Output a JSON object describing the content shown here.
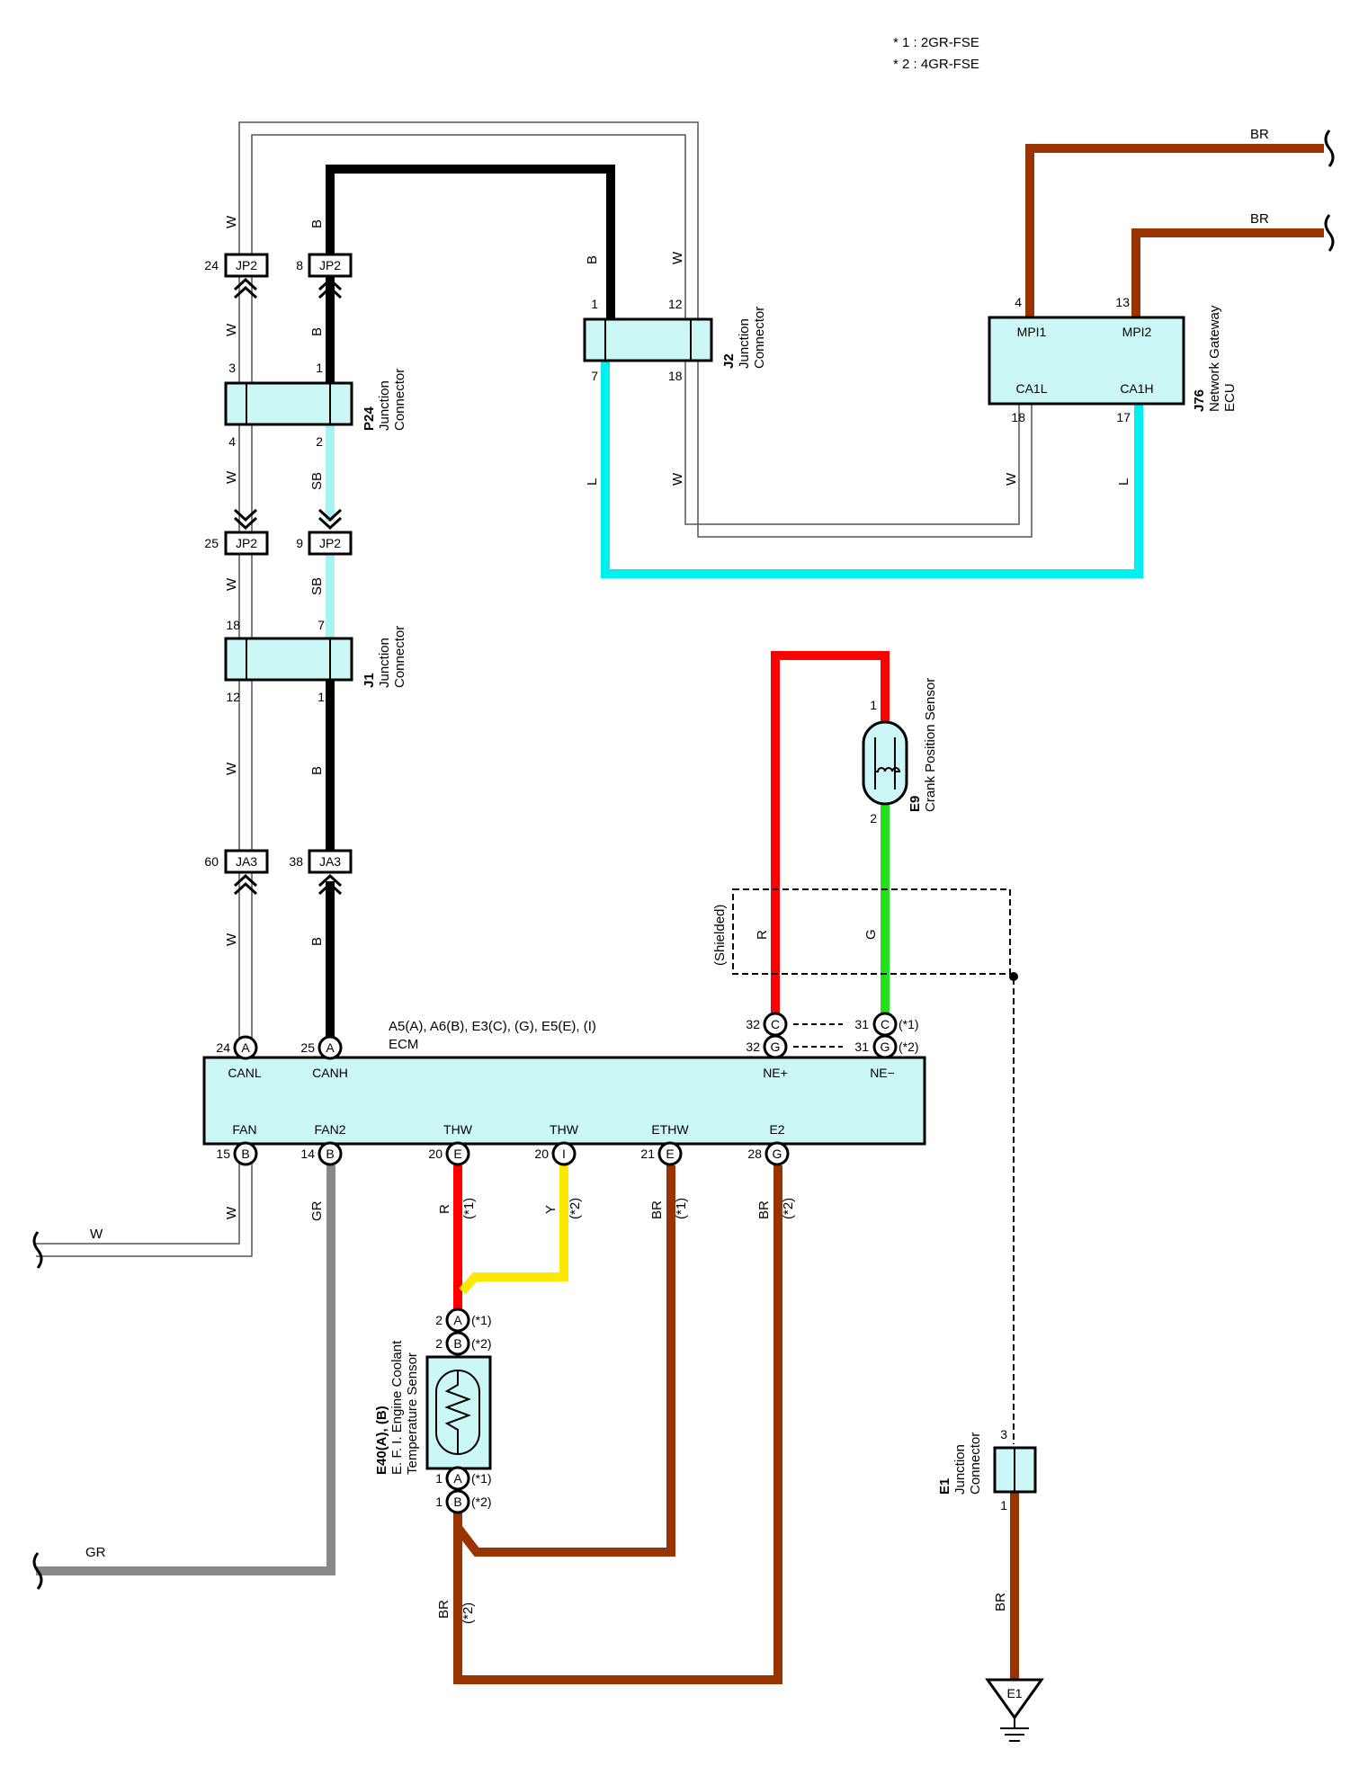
{
  "notes": [
    "* 1 : 2GR-FSE",
    "* 2 : 4GR-FSE"
  ],
  "colors": {
    "black": "#000000",
    "white": "#ffffff",
    "sky_blue": "#a6f2f2",
    "light_blue": "#00f0f0",
    "brown": "#993300",
    "red": "#ff0000",
    "green": "#22e01c",
    "yellow": "#ffe800",
    "gray": "#888888",
    "component_fill": "#ccf7f7"
  },
  "wire_colors": {
    "W": "W",
    "B": "B",
    "SB": "SB",
    "L": "L",
    "BR": "BR",
    "R": "R",
    "G": "G",
    "Y": "Y",
    "GR": "GR"
  },
  "components": {
    "p24": {
      "id": "P24",
      "name1": "Junction",
      "name2": "Connector"
    },
    "j1": {
      "id": "J1",
      "name1": "Junction",
      "name2": "Connector"
    },
    "j2": {
      "id": "J2",
      "name1": "Junction",
      "name2": "Connector"
    },
    "j76": {
      "id": "J76",
      "name1": "Network Gateway",
      "name2": "ECU",
      "pin_mpi1": "MPI1",
      "pin_mpi2": "MPI2",
      "pin_ca1l": "CA1L",
      "pin_ca1h": "CA1H"
    },
    "e9": {
      "id": "E9",
      "name": "Crank Position Sensor"
    },
    "e1": {
      "id": "E1",
      "name1": "Junction",
      "name2": "Connector",
      "ground": "E1"
    },
    "e40": {
      "id": "E40(A), (B)",
      "name1": "E. F. I. Engine Coolant",
      "name2": "Temperature Sensor"
    },
    "ecm": {
      "connectors": "A5(A), A6(B), E3(C), (G), E5(E), (I)",
      "name": "ECM",
      "canl": "CANL",
      "canh": "CANH",
      "ne_plus": "NE+",
      "ne_minus": "NE−",
      "fan": "FAN",
      "fan2": "FAN2",
      "thw1": "THW",
      "thw2": "THW",
      "ethw": "ETHW",
      "e2": "E2"
    },
    "jp2": "JP2",
    "ja3": "JA3"
  },
  "shielded": "(Shielded)",
  "variants": {
    "v1": "(*1)",
    "v2": "(*2)"
  },
  "pins": {
    "jp2_24": "24",
    "jp2_8": "8",
    "jp2_25": "25",
    "jp2_9": "9",
    "p24_3": "3",
    "p24_1": "1",
    "p24_4": "4",
    "p24_2": "2",
    "j1_18": "18",
    "j1_7": "7",
    "j1_12": "12",
    "j1_1": "1",
    "ja3_60": "60",
    "ja3_38": "38",
    "j2_1": "1",
    "j2_12": "12",
    "j2_7": "7",
    "j2_18": "18",
    "j76_4": "4",
    "j76_13": "13",
    "j76_18": "18",
    "j76_17": "17",
    "e9_1": "1",
    "e9_2": "2",
    "ecm_24": "24",
    "ecm_25": "25",
    "ecm_32a": "32",
    "ecm_32b": "32",
    "ecm_31a": "31",
    "ecm_31b": "31",
    "ecm_15": "15",
    "ecm_14": "14",
    "ecm_20a": "20",
    "ecm_20b": "20",
    "ecm_21": "21",
    "ecm_28": "28",
    "e40_2a": "2",
    "e40_2b": "2",
    "e40_1a": "1",
    "e40_1b": "1",
    "e1_3": "3",
    "e1_1": "1"
  },
  "conn_letters": {
    "A": "A",
    "B": "B",
    "C": "C",
    "G": "G",
    "E": "E",
    "I": "I"
  }
}
